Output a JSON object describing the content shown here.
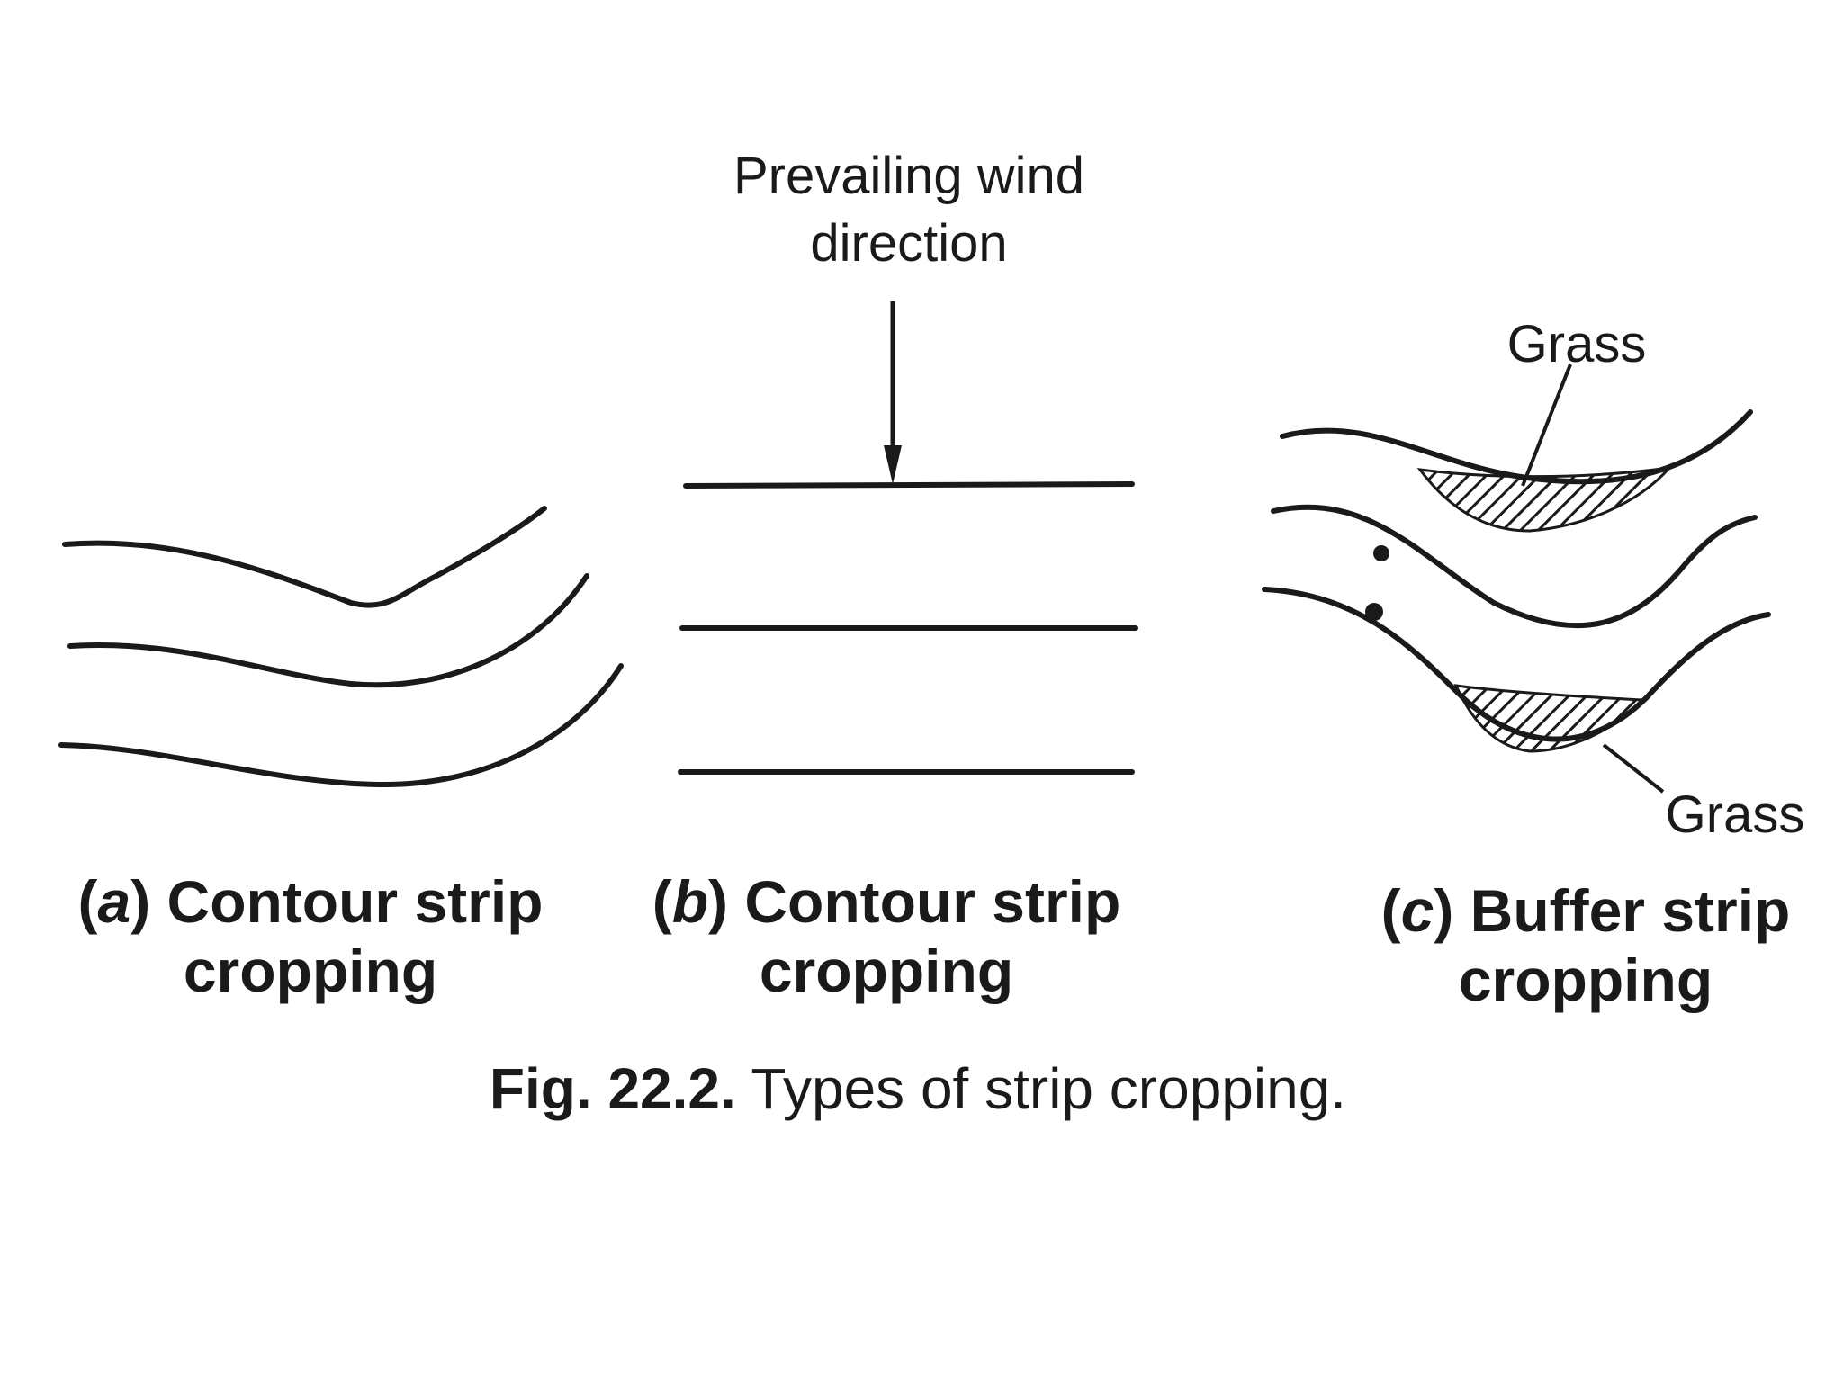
{
  "figure": {
    "wind_label_line1": "Prevailing wind",
    "wind_label_line2": "direction",
    "grass_label_top": "Grass",
    "grass_label_bottom": "Grass",
    "panel_a": {
      "letter": "a",
      "line1_rest": " Contour strip",
      "line2": "cropping"
    },
    "panel_b": {
      "letter": "b",
      "line1_rest": " Contour strip",
      "line2": "cropping"
    },
    "panel_c": {
      "letter": "c",
      "line1_rest": " Buffer strip",
      "line2": "cropping"
    },
    "caption_bold": "Fig. 22.2.",
    "caption_text": " Types of strip cropping."
  }
}
